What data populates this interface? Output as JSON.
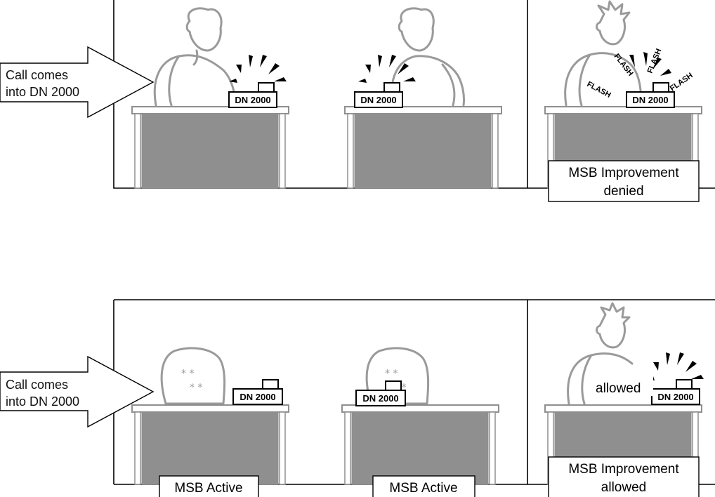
{
  "rows": [
    {
      "arrow_label": [
        "Call comes",
        "into DN 2000"
      ],
      "phone_tags": [
        "DN 2000",
        "DN 2000",
        "DN 2000"
      ],
      "flash_words": [
        "FLASH",
        "FLASH",
        "FLASH",
        "FLASH"
      ],
      "result_caption": [
        "MSB Improvement",
        "denied"
      ]
    },
    {
      "arrow_label": [
        "Call comes",
        "into DN 2000"
      ],
      "phone_tags": [
        "DN 2000",
        "DN 2000",
        "DN 2000"
      ],
      "desk_captions": [
        "MSB Active",
        "MSB Active"
      ],
      "callout": "allowed",
      "result_caption": [
        "MSB Improvement",
        "allowed"
      ]
    }
  ]
}
